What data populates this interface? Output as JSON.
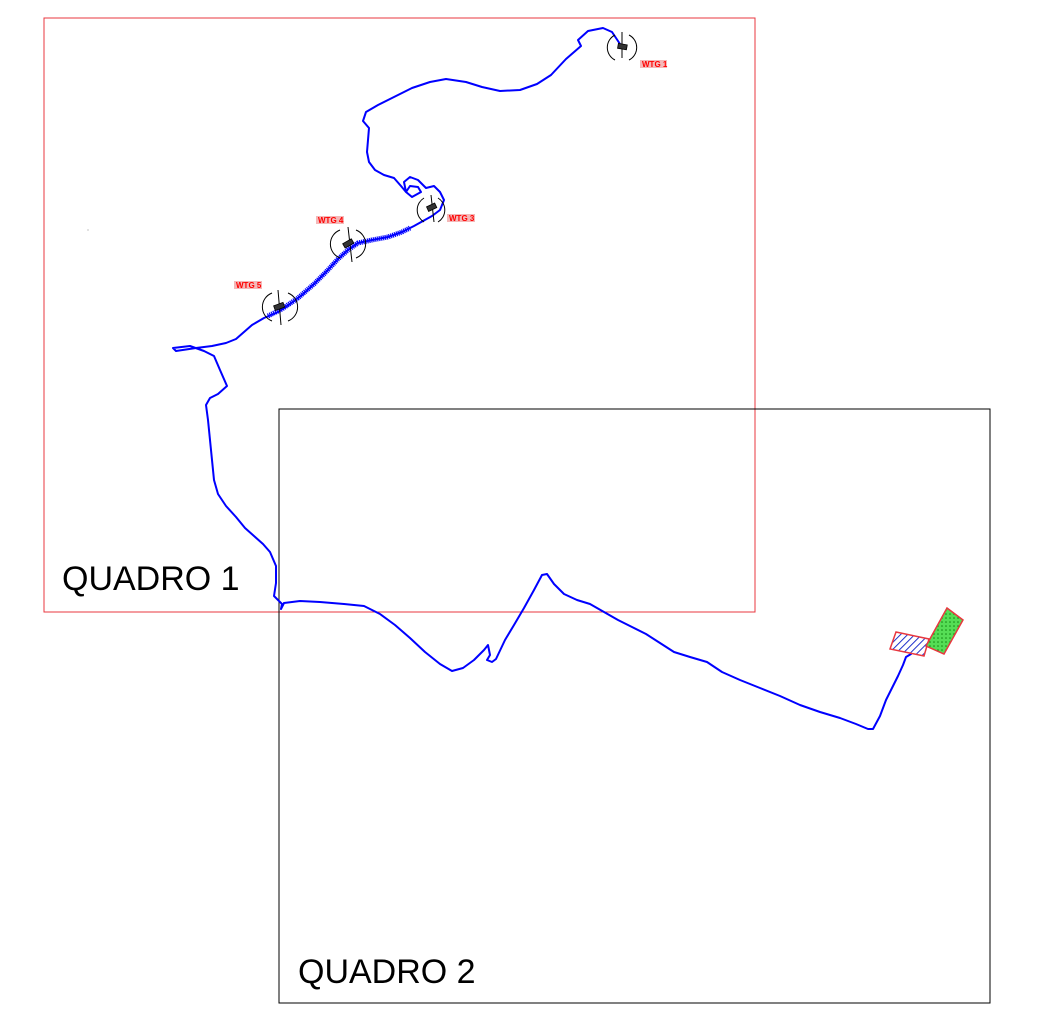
{
  "sheets": [
    {
      "label": "QUADRO 1",
      "color": "#e8373f"
    },
    {
      "label": "QUADRO 2",
      "color": "#000000"
    }
  ],
  "turbines": [
    {
      "label": "WTG 1"
    },
    {
      "label": "WTG 3"
    },
    {
      "label": "WTG 4"
    },
    {
      "label": "WTG 5"
    }
  ],
  "route": {
    "color": "#0000ff"
  },
  "areas": [
    {
      "name": "hatched-area",
      "color": "#2233cc",
      "border": "#e8373f"
    },
    {
      "name": "green-area",
      "color": "#33cc33",
      "border": "#e8373f"
    }
  ]
}
